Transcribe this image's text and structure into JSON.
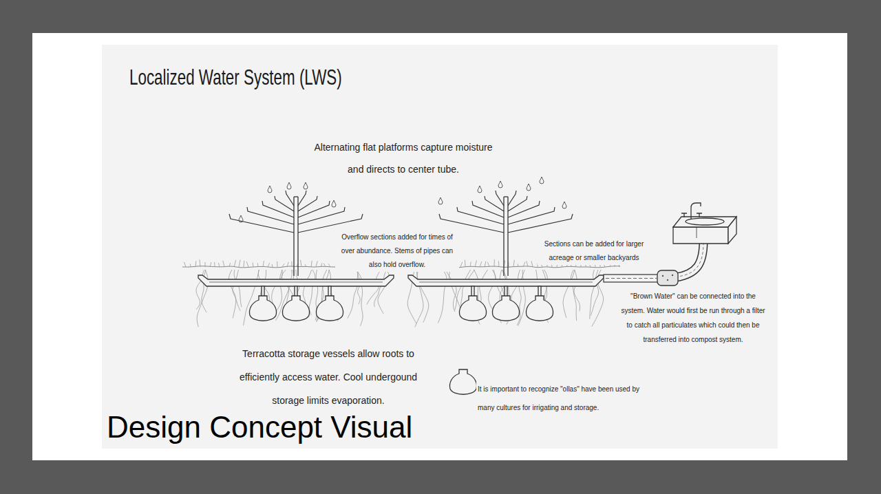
{
  "diagram": {
    "title": "Localized Water System (LWS)",
    "caption": "Design Concept Visual",
    "labels": [
      "Alternating flat platforms capture moisture and directs to center tube.",
      "Overflow sections added for times of over abundance. Stems of pipes can also hold overflow.",
      "Sections can be added for larger acreage or smaller backyards",
      "\"Brown Water\" can be connected into the system. Water would first be run through a filter to catch all particulates which could then be transferred into compost system.",
      "Terracotta storage vessels allow roots to efficiently access water. Cool undergound storage limits evaporation.",
      "It is important to recognize \"ollas\" have been used by many cultures for irrigating and storage."
    ]
  }
}
